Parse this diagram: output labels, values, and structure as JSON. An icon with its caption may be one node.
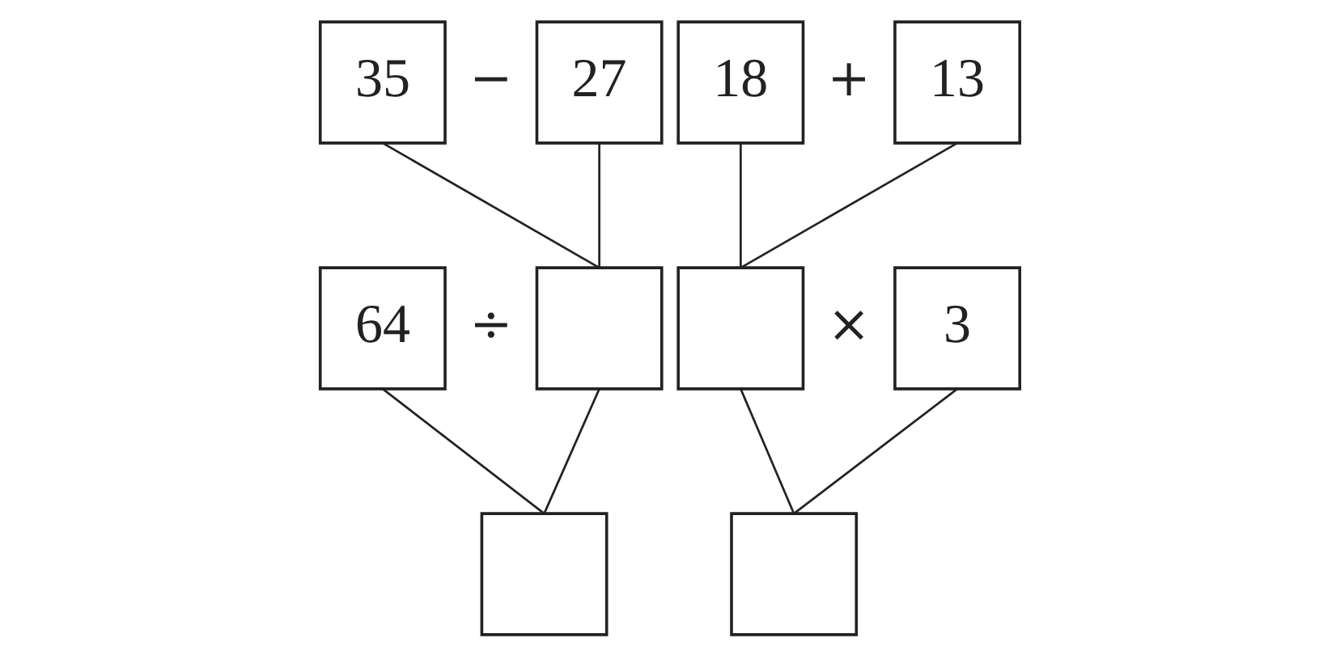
{
  "diagram": {
    "nodes": [
      {
        "text": [
          "35"
        ]
      },
      {
        "text": [
          "27"
        ]
      },
      {
        "text": [
          "18"
        ]
      },
      {
        "text": [
          "13"
        ]
      },
      {
        "text": [
          "64"
        ]
      },
      {
        "text": [],
        "shape": "box"
      },
      {
        "text": [],
        "shape": "box"
      },
      {
        "text": [
          "3"
        ]
      },
      {
        "text": [],
        "shape": "box"
      },
      {
        "text": [],
        "shape": "box"
      }
    ],
    "edges": [
      {
        "from": 0,
        "to": 5,
        "arrow": "none"
      },
      {
        "from": 1,
        "to": 5,
        "arrow": "none"
      },
      {
        "from": 2,
        "to": 6,
        "arrow": "none"
      },
      {
        "from": 3,
        "to": 6,
        "arrow": "none"
      },
      {
        "from": 4,
        "to": 8,
        "arrow": "none"
      },
      {
        "from": 5,
        "to": 8,
        "arrow": "none"
      },
      {
        "from": 6,
        "to": 9,
        "arrow": "none"
      },
      {
        "from": 7,
        "to": 9,
        "arrow": "none"
      }
    ],
    "labels": [
      "−",
      "+",
      "÷",
      "×"
    ]
  }
}
